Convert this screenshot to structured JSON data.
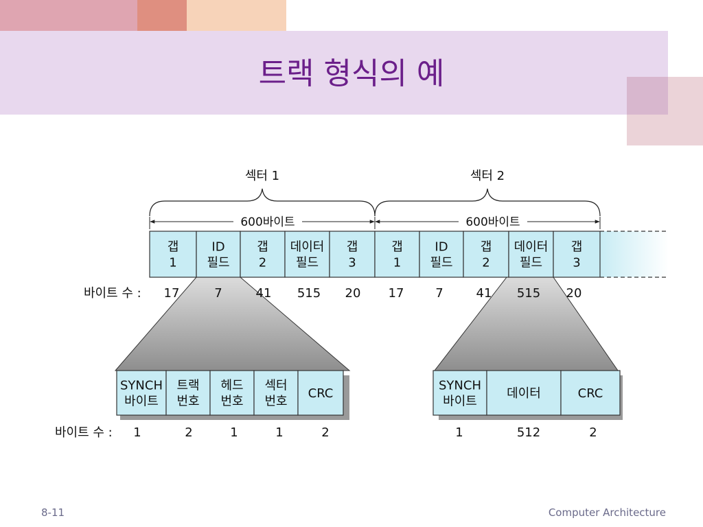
{
  "slide": {
    "title": "트랙 형식의 예",
    "page_number": "8-11",
    "course": "Computer Architecture"
  },
  "colors": {
    "title": "#6b1f8a",
    "cell_fill": "#c8ecf4",
    "header_band": "#e8d8ee"
  },
  "track": {
    "sector_labels": [
      "섹터 1",
      "섹터 2"
    ],
    "span_label": "600바이트",
    "cells": [
      {
        "lines": [
          "갭",
          "1"
        ],
        "bytes": "17"
      },
      {
        "lines": [
          "ID",
          "필드"
        ],
        "bytes": "7"
      },
      {
        "lines": [
          "갭",
          "2"
        ],
        "bytes": "41"
      },
      {
        "lines": [
          "데이터",
          "필드"
        ],
        "bytes": "515"
      },
      {
        "lines": [
          "갭",
          "3"
        ],
        "bytes": "20"
      },
      {
        "lines": [
          "갭",
          "1"
        ],
        "bytes": "17"
      },
      {
        "lines": [
          "ID",
          "필드"
        ],
        "bytes": "7"
      },
      {
        "lines": [
          "갭",
          "2"
        ],
        "bytes": "41"
      },
      {
        "lines": [
          "데이터",
          "필드"
        ],
        "bytes": "515"
      },
      {
        "lines": [
          "갭",
          "3"
        ],
        "bytes": "20"
      }
    ],
    "bytes_label": "바이트 수 :"
  },
  "id_field_detail": {
    "cells": [
      {
        "lines": [
          "SYNCH",
          "바이트"
        ],
        "bytes": "1"
      },
      {
        "lines": [
          "트랙",
          "번호"
        ],
        "bytes": "2"
      },
      {
        "lines": [
          "헤드",
          "번호"
        ],
        "bytes": "1"
      },
      {
        "lines": [
          "섹터",
          "번호"
        ],
        "bytes": "1"
      },
      {
        "lines": [
          "CRC"
        ],
        "bytes": "2"
      }
    ],
    "bytes_label": "바이트 수 :"
  },
  "data_field_detail": {
    "cells": [
      {
        "lines": [
          "SYNCH",
          "바이트"
        ],
        "bytes": "1"
      },
      {
        "lines": [
          "데이터"
        ],
        "bytes": "512"
      },
      {
        "lines": [
          "CRC"
        ],
        "bytes": "2"
      }
    ]
  }
}
